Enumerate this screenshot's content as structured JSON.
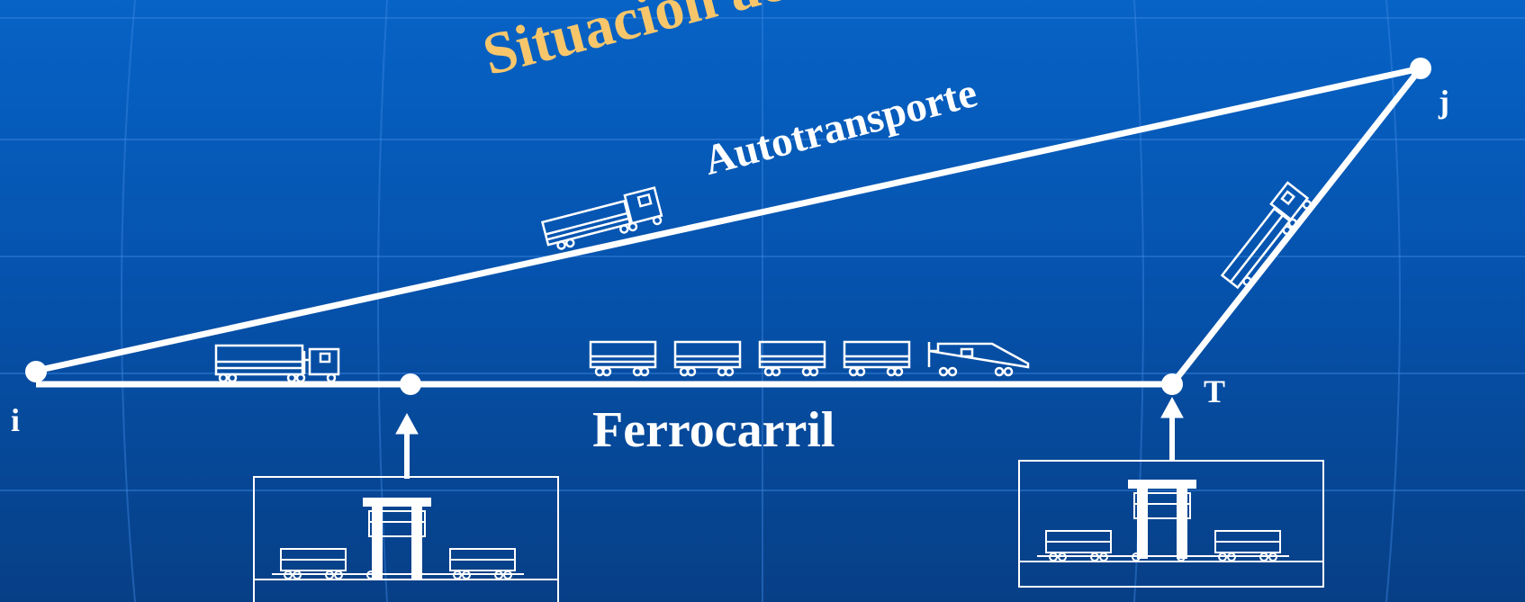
{
  "title": "Situación actual",
  "labels": {
    "road": "Autotransporte",
    "rail": "Ferrocarril",
    "node_i": "i",
    "node_j": "j",
    "node_t": "T"
  },
  "colors": {
    "background_top": "#0763c6",
    "background_bottom": "#073f86",
    "title": "#f7c66b",
    "lines": "#ffffff"
  },
  "icons": [
    "truck-icon",
    "train-icon",
    "terminal-crane-icon",
    "arrow-up-icon"
  ]
}
